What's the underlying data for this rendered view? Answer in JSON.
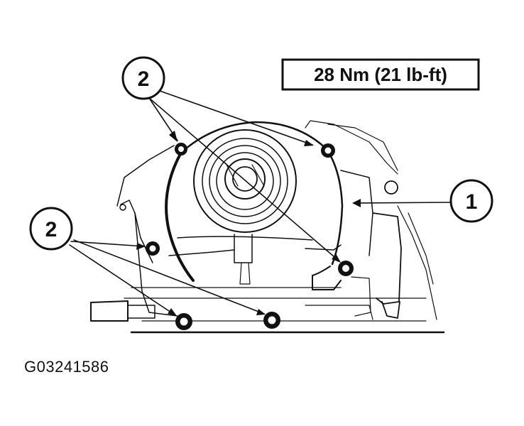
{
  "diagram": {
    "torque_spec": "28 Nm (21 lb-ft)",
    "callouts": {
      "bolts_upper": "2",
      "bolts_lower": "2",
      "cover": "1"
    },
    "figure_id": "G03241586",
    "colors": {
      "ink": "#111111",
      "background": "#ffffff"
    }
  }
}
